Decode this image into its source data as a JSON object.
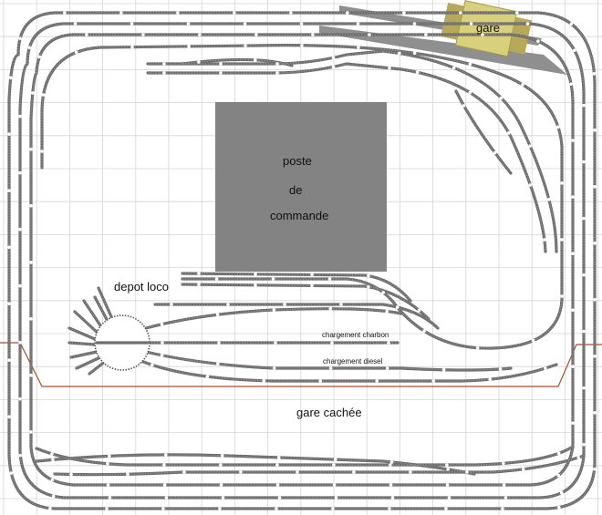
{
  "labels": {
    "station": "gare",
    "control_line1": "poste",
    "control_line2": "de",
    "control_line3": "commande",
    "depot": "depot loco",
    "coal_loading": "chargement charbon",
    "diesel_loading": "chargement diesel",
    "hidden_station": "gare cachée"
  },
  "colors": {
    "background": "#ffffff",
    "grid": "#d6d6d6",
    "track": "#6e6e6e",
    "control_block": "#838383",
    "platform": "#8f8f8f",
    "station_building": "#d8d07a",
    "station_wing": "#b7a85a",
    "hidden_line": "#a0522d",
    "joint": "#ffffff"
  }
}
